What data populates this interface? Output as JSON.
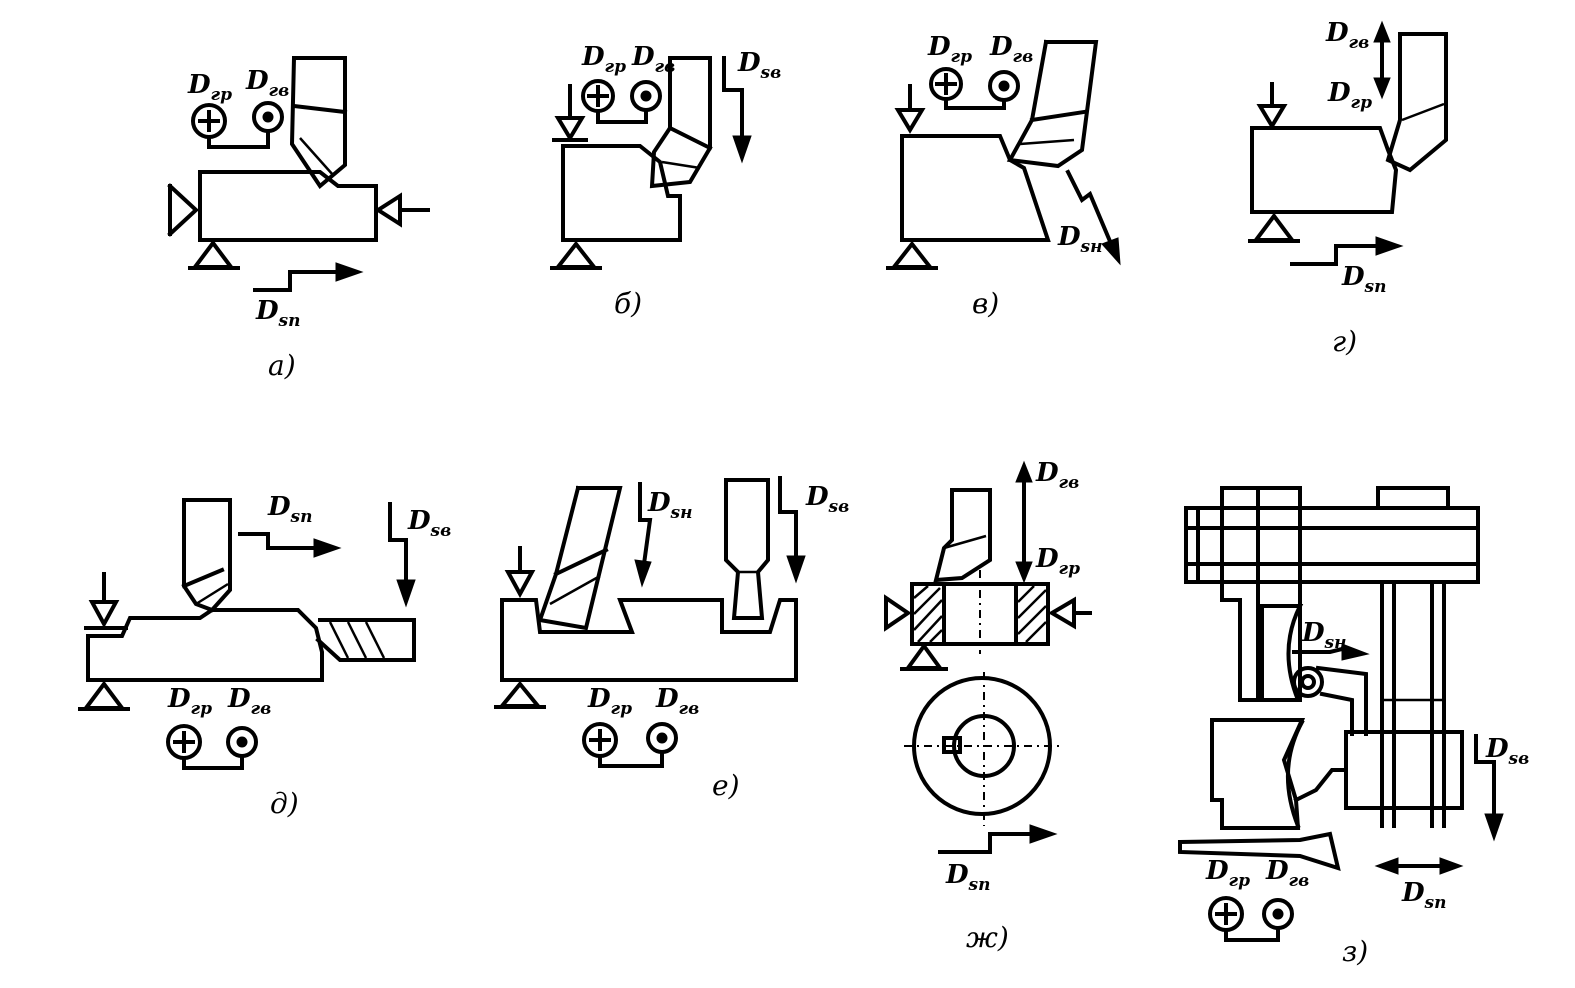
{
  "figure": {
    "panels": [
      {
        "id": "a",
        "caption": "а)",
        "labels": {
          "d_rot_main": "D",
          "d_rot_main_sub": "гр",
          "d_rot_aux": "D",
          "d_rot_aux_sub": "гв",
          "d_feed": "D",
          "d_feed_sub": "sп"
        }
      },
      {
        "id": "b",
        "caption": "б)",
        "labels": {
          "d_rot_main": "D",
          "d_rot_main_sub": "гр",
          "d_rot_aux": "D",
          "d_rot_aux_sub": "гв",
          "d_feed": "D",
          "d_feed_sub": "sв"
        }
      },
      {
        "id": "v",
        "caption": "в)",
        "labels": {
          "d_rot_main": "D",
          "d_rot_main_sub": "гр",
          "d_rot_aux": "D",
          "d_rot_aux_sub": "гв",
          "d_feed": "D",
          "d_feed_sub": "sн"
        }
      },
      {
        "id": "g",
        "caption": "г)",
        "labels": {
          "d_rot_aux": "D",
          "d_rot_aux_sub": "гв",
          "d_rot_main": "D",
          "d_rot_main_sub": "гр",
          "d_feed": "D",
          "d_feed_sub": "sп"
        }
      },
      {
        "id": "d",
        "caption": "д)",
        "labels": {
          "d_feed_1": "D",
          "d_feed_1_sub": "sп",
          "d_feed_2": "D",
          "d_feed_2_sub": "sв",
          "d_rot_main": "D",
          "d_rot_main_sub": "гр",
          "d_rot_aux": "D",
          "d_rot_aux_sub": "гв"
        }
      },
      {
        "id": "e",
        "caption": "е)",
        "labels": {
          "d_feed_1": "D",
          "d_feed_1_sub": "sн",
          "d_feed_2": "D",
          "d_feed_2_sub": "sв",
          "d_rot_main": "D",
          "d_rot_main_sub": "гр",
          "d_rot_aux": "D",
          "d_rot_aux_sub": "гв"
        }
      },
      {
        "id": "zh",
        "caption": "ж)",
        "labels": {
          "d_rot_aux": "D",
          "d_rot_aux_sub": "гв",
          "d_rot_main": "D",
          "d_rot_main_sub": "гр",
          "d_feed": "D",
          "d_feed_sub": "sп"
        }
      },
      {
        "id": "z",
        "caption": "з)",
        "labels": {
          "d_feed_1": "D",
          "d_feed_1_sub": "sн",
          "d_feed_2": "D",
          "d_feed_2_sub": "sв",
          "d_feed_3": "D",
          "d_feed_3_sub": "sп",
          "d_rot_main": "D",
          "d_rot_main_sub": "гр",
          "d_rot_aux": "D",
          "d_rot_aux_sub": "гв"
        }
      }
    ]
  }
}
